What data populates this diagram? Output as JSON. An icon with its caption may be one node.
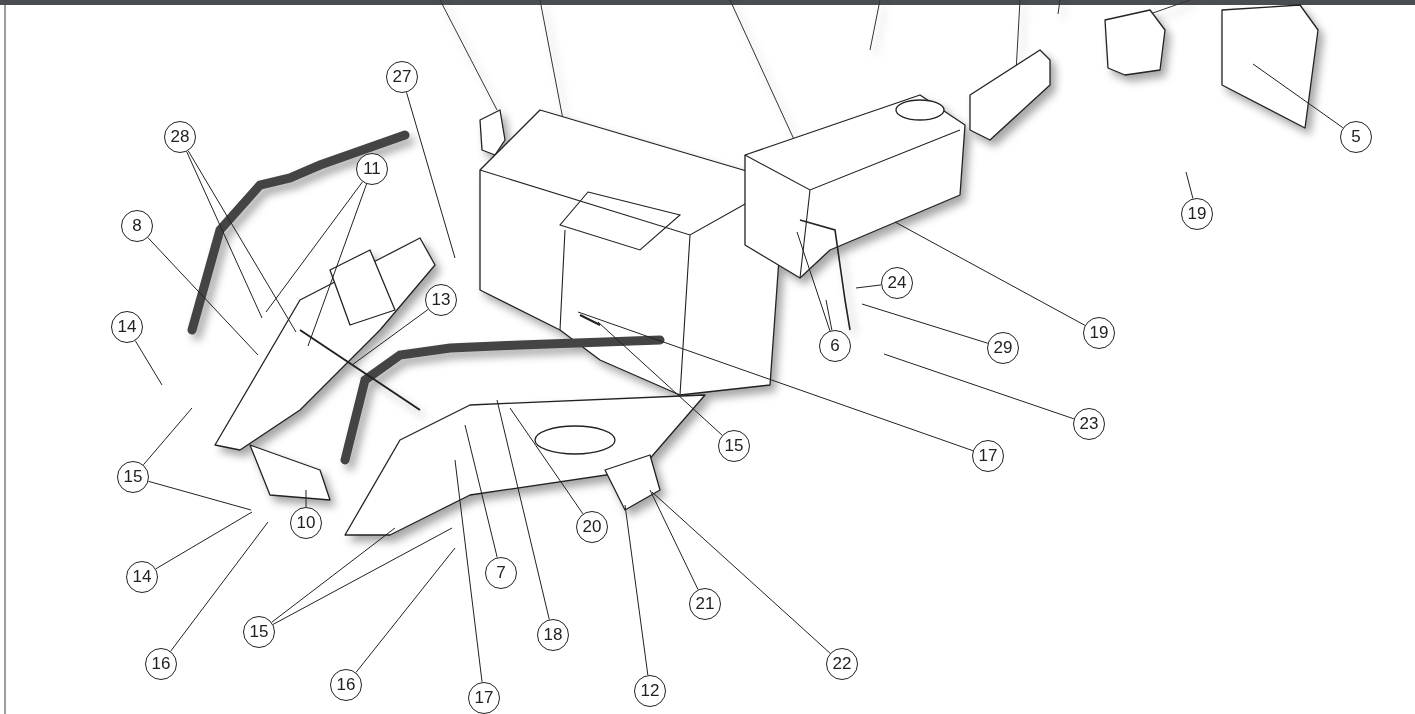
{
  "diagram": {
    "nodes": [
      {
        "text": [
          "27"
        ]
      },
      {
        "text": [
          "5"
        ]
      },
      {
        "text": [
          "28"
        ]
      },
      {
        "text": [
          "11"
        ]
      },
      {
        "text": [
          "19"
        ]
      },
      {
        "text": [
          "8"
        ]
      },
      {
        "text": [
          "24"
        ]
      },
      {
        "text": [
          "13"
        ]
      },
      {
        "text": [
          "14"
        ]
      },
      {
        "text": [
          "19"
        ]
      },
      {
        "text": [
          "6"
        ]
      },
      {
        "text": [
          "29"
        ]
      },
      {
        "text": [
          "23"
        ]
      },
      {
        "text": [
          "15"
        ]
      },
      {
        "text": [
          "17"
        ]
      },
      {
        "text": [
          "15"
        ]
      },
      {
        "text": [
          "10"
        ]
      },
      {
        "text": [
          "20"
        ]
      },
      {
        "text": [
          "7"
        ]
      },
      {
        "text": [
          "14"
        ]
      },
      {
        "text": [
          "21"
        ]
      },
      {
        "text": [
          "15"
        ]
      },
      {
        "text": [
          "18"
        ]
      },
      {
        "text": [
          "16"
        ]
      },
      {
        "text": [
          "22"
        ]
      },
      {
        "text": [
          "16"
        ]
      },
      {
        "text": [
          "12"
        ]
      },
      {
        "text": [
          "17"
        ]
      }
    ],
    "edges": [
      {
        "from": 0,
        "to": null,
        "arrow": "none"
      },
      {
        "from": 1,
        "to": null,
        "arrow": "none"
      },
      {
        "from": 2,
        "to": null,
        "arrow": "none"
      },
      {
        "from": 2,
        "to": null,
        "arrow": "none"
      },
      {
        "from": 3,
        "to": null,
        "arrow": "none"
      },
      {
        "from": 3,
        "to": null,
        "arrow": "none"
      },
      {
        "from": 4,
        "to": null,
        "arrow": "none"
      },
      {
        "from": 5,
        "to": null,
        "arrow": "none"
      },
      {
        "from": 6,
        "to": null,
        "arrow": "none"
      },
      {
        "from": 7,
        "to": null,
        "arrow": "none"
      },
      {
        "from": 8,
        "to": null,
        "arrow": "none"
      },
      {
        "from": 9,
        "to": null,
        "arrow": "none"
      },
      {
        "from": 10,
        "to": null,
        "arrow": "none"
      },
      {
        "from": 10,
        "to": null,
        "arrow": "none"
      },
      {
        "from": 11,
        "to": null,
        "arrow": "none"
      },
      {
        "from": 12,
        "to": null,
        "arrow": "none"
      },
      {
        "from": 13,
        "to": null,
        "arrow": "none"
      },
      {
        "from": 14,
        "to": null,
        "arrow": "none"
      },
      {
        "from": 15,
        "to": null,
        "arrow": "none"
      },
      {
        "from": 15,
        "to": null,
        "arrow": "none"
      },
      {
        "from": 16,
        "to": null,
        "arrow": "none"
      },
      {
        "from": 17,
        "to": null,
        "arrow": "none"
      },
      {
        "from": 18,
        "to": null,
        "arrow": "none"
      },
      {
        "from": 19,
        "to": null,
        "arrow": "none"
      },
      {
        "from": 20,
        "to": null,
        "arrow": "none"
      },
      {
        "from": 21,
        "to": null,
        "arrow": "none"
      },
      {
        "from": 21,
        "to": null,
        "arrow": "none"
      },
      {
        "from": 22,
        "to": null,
        "arrow": "none"
      },
      {
        "from": 23,
        "to": null,
        "arrow": "none"
      },
      {
        "from": 24,
        "to": null,
        "arrow": "none"
      },
      {
        "from": 25,
        "to": null,
        "arrow": "none"
      },
      {
        "from": 26,
        "to": null,
        "arrow": "none"
      },
      {
        "from": 27,
        "to": null,
        "arrow": "none"
      }
    ]
  }
}
